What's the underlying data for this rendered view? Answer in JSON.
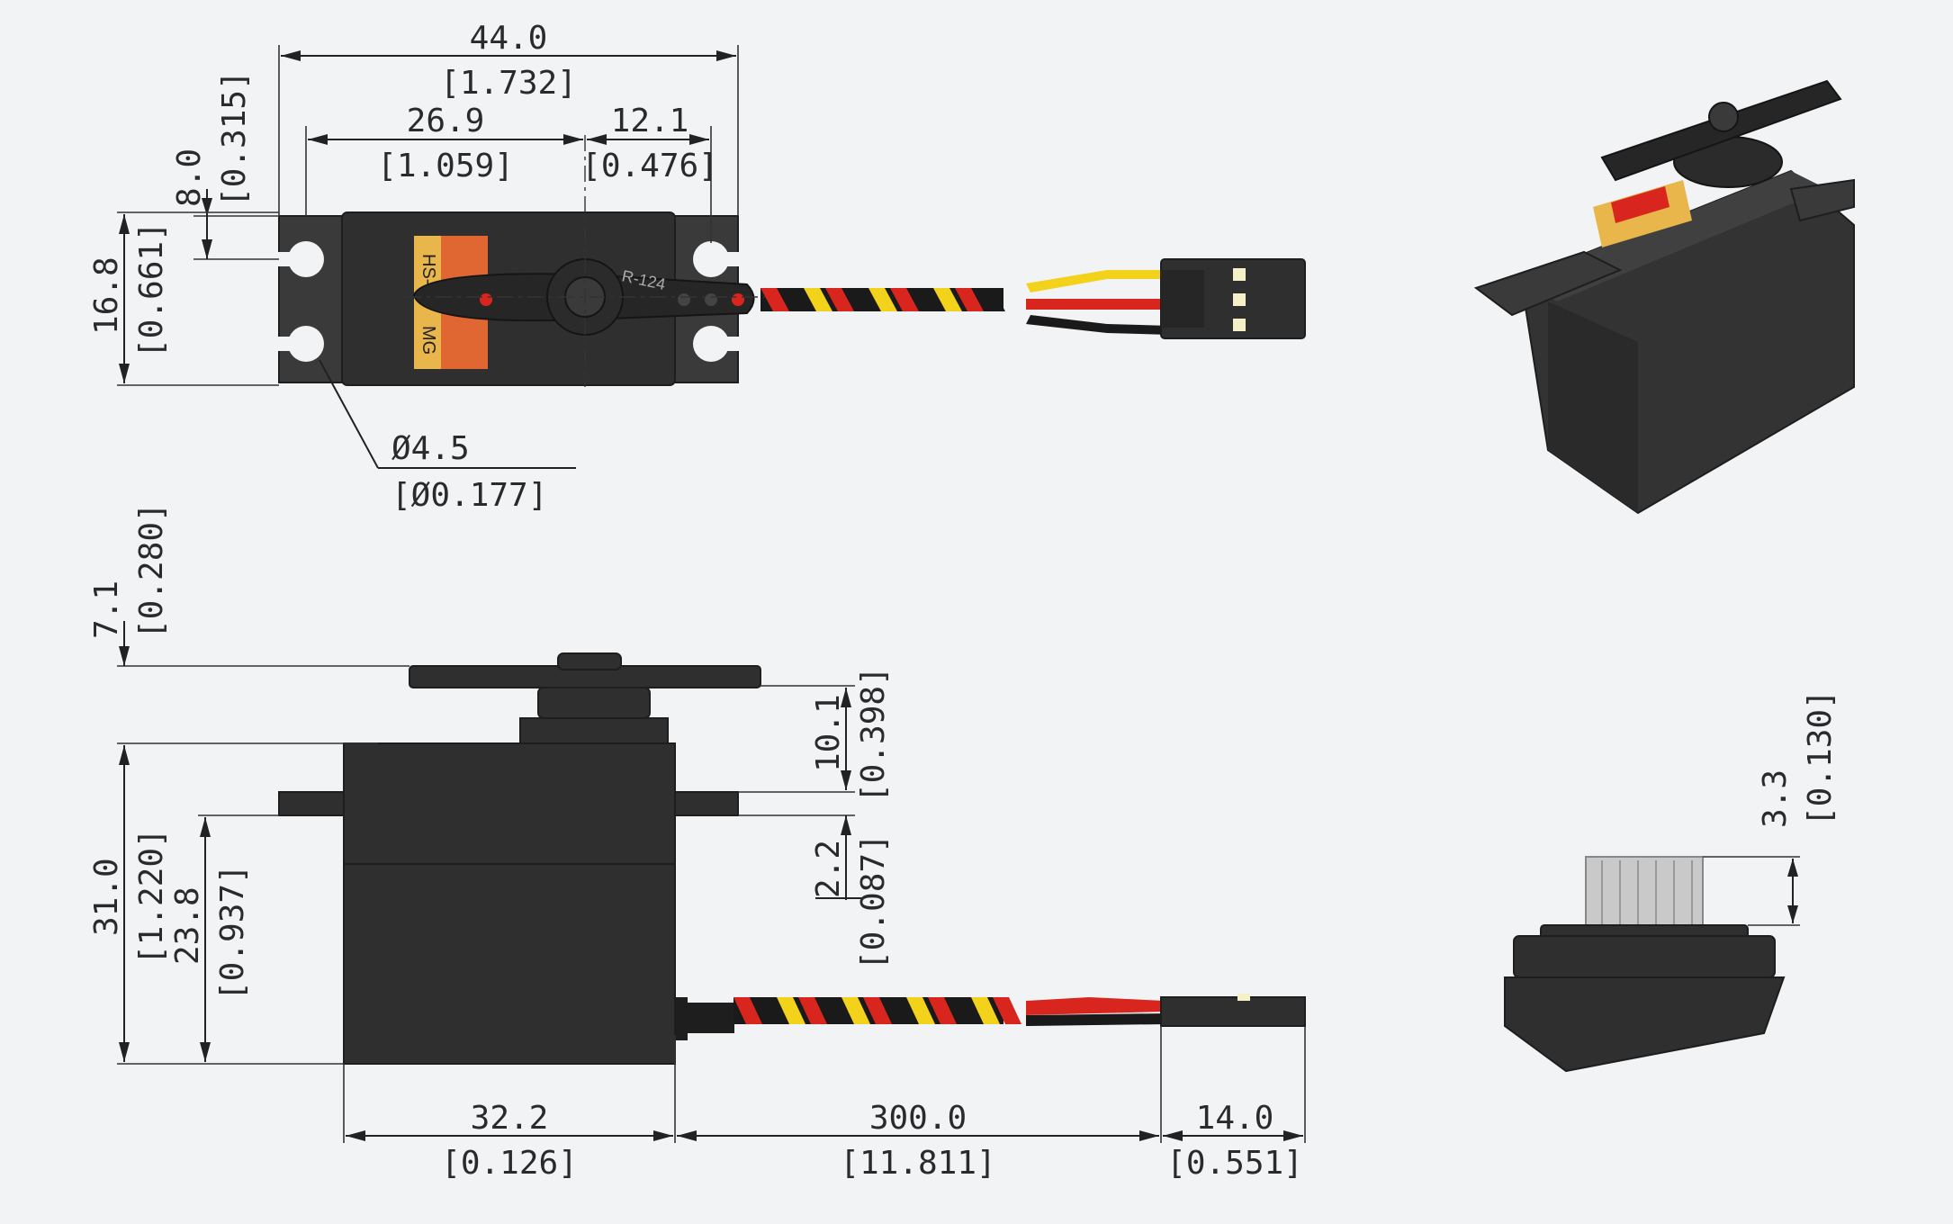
{
  "top_view": {
    "overall_width": "44.0",
    "overall_width_in": "[1.732]",
    "body_to_shaft": "26.9",
    "body_to_shaft_in": "[1.059]",
    "shaft_offset": "12.1",
    "shaft_offset_in": "[0.476]",
    "tab_offset": "8.0",
    "tab_offset_in": "[0.315]",
    "depth": "16.8",
    "depth_in": "[0.661]",
    "hole_dia": "Ø4.5",
    "hole_dia_in": "[Ø0.177]",
    "label_model": "HS-",
    "label_mg": "MG",
    "horn_code": "R-124"
  },
  "side_view": {
    "horn_height": "7.1",
    "horn_height_in": "[0.280]",
    "total_height": "31.0",
    "total_height_in": "[1.220]",
    "tab_height": "23.8",
    "tab_height_in": "[0.937]",
    "top_to_tab": "10.1",
    "top_to_tab_in": "[0.398]",
    "tab_thickness": "2.2",
    "tab_thickness_in": "[0.087]",
    "body_length": "32.2",
    "body_length_in": "[0.126]",
    "wire_length": "300.0",
    "wire_length_in": "[11.811]",
    "connector_length": "14.0",
    "connector_length_in": "[0.551]"
  },
  "spline_view": {
    "spline_height": "3.3",
    "spline_height_in": "[0.130]"
  },
  "colors": {
    "wire_yellow": "#f2d21a",
    "wire_red": "#d8261e",
    "wire_black": "#1a1a1a",
    "body": "#2f2f2f",
    "label_gold": "#e8b64a"
  }
}
